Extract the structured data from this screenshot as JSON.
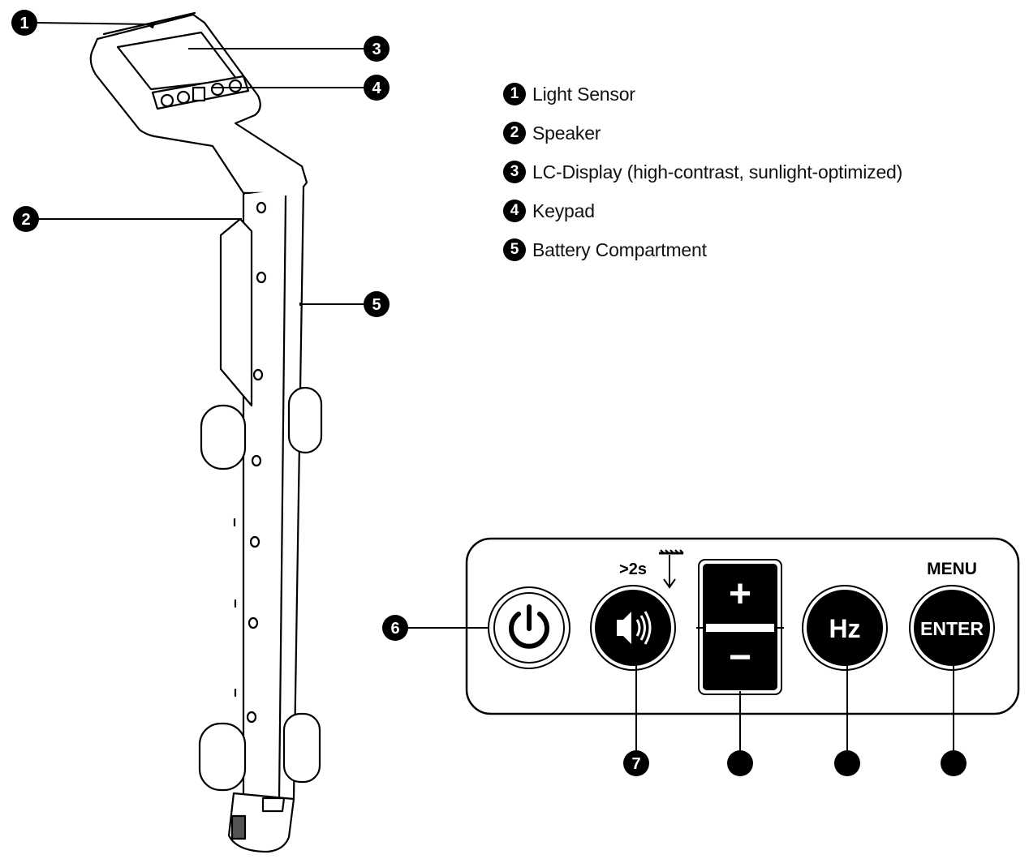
{
  "callouts": {
    "light_sensor": "1",
    "speaker": "2",
    "display": "3",
    "keypad": "4",
    "battery": "5",
    "power": "6",
    "volume": "7"
  },
  "legend": [
    {
      "number": "1",
      "label": "Light Sensor"
    },
    {
      "number": "2",
      "label": "Speaker"
    },
    {
      "number": "3",
      "label": "LC-Display (high-contrast, sunlight-optimized)"
    },
    {
      "number": "4",
      "label": "Keypad"
    },
    {
      "number": "5",
      "label": "Battery Compartment"
    }
  ],
  "keypad": {
    "hold_label": ">2s",
    "menu_label": "MENU",
    "plus_label": "+",
    "minus_label": "−",
    "hz_label": "Hz",
    "enter_label": "ENTER"
  },
  "icons": {
    "power": "power-icon",
    "speaker": "speaker-icon",
    "hold": "press-down-icon"
  },
  "colors": {
    "line": "#000000",
    "fill": "#ffffff",
    "badge": "#000000"
  }
}
